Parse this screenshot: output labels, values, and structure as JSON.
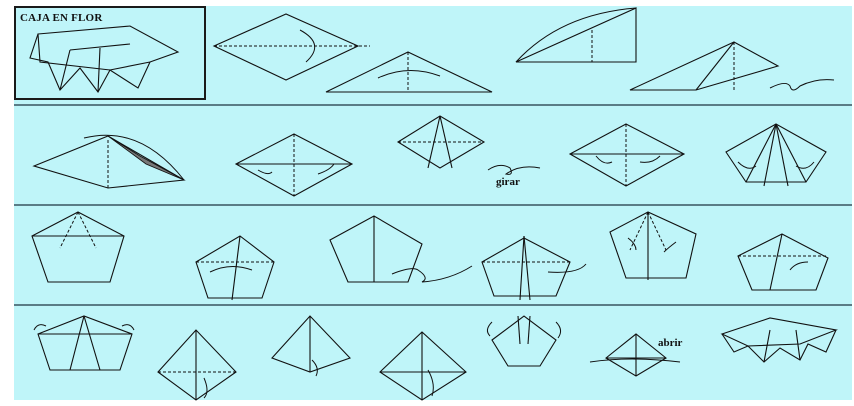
{
  "title": "CAJA EN FLOR",
  "labels": {
    "turn_over": "girar",
    "open": "abrir"
  },
  "rows": 4,
  "colors": {
    "background": "#bff5f9",
    "line": "#111111",
    "divider": "#5a7c86"
  }
}
